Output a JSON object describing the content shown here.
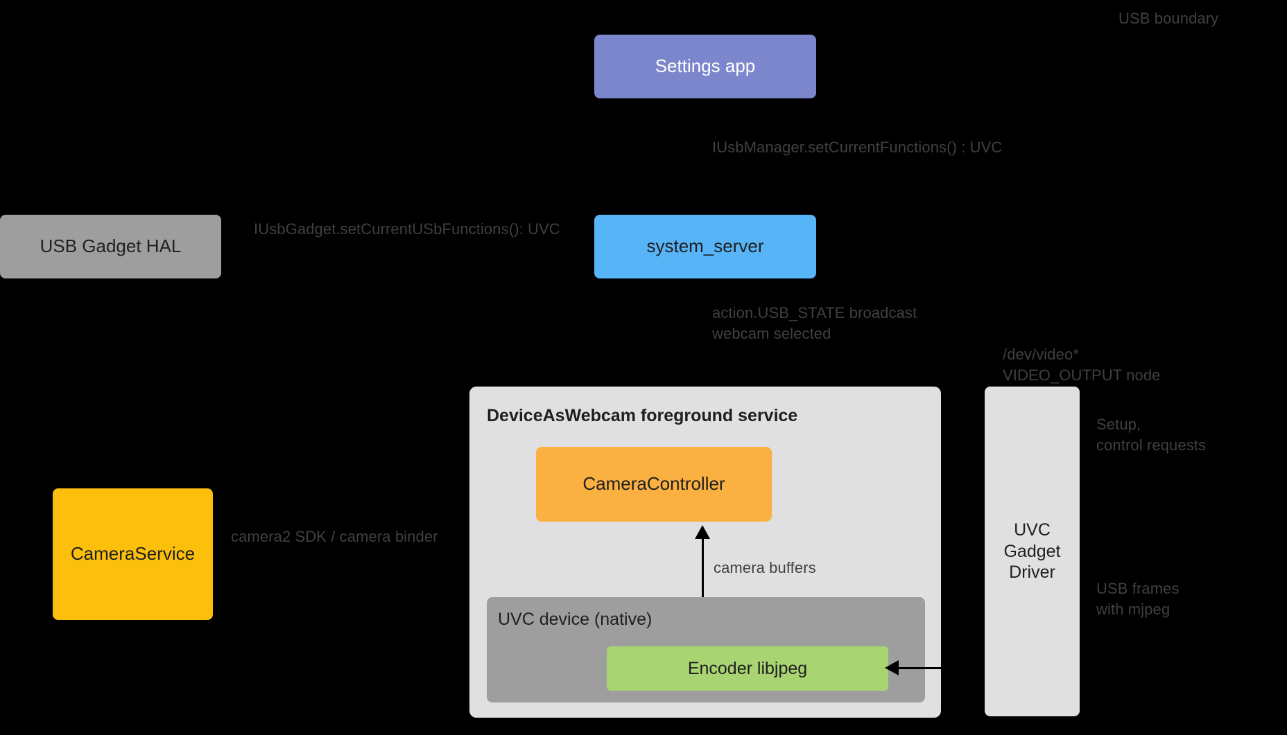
{
  "diagram": {
    "title": "DeviceAsWebcam architecture",
    "background": "#000000",
    "nodes": {
      "settings_app": {
        "label": "Settings app",
        "color": "#7b86cc",
        "text_color": "#ffffff"
      },
      "usb_gadget_hal": {
        "label": "USB Gadget HAL",
        "color": "#9e9e9e",
        "text_color": "#212121"
      },
      "system_server": {
        "label": "system_server",
        "color": "#57b4f7",
        "text_color": "#1f1f1f"
      },
      "daw_service": {
        "label": "DeviceAsWebcam foreground service",
        "color": "#e0e0e0",
        "text_color": "#1f1f1f"
      },
      "camera_controller": {
        "label": "CameraController",
        "color": "#fbb042",
        "text_color": "#1f1f1f"
      },
      "uvc_device": {
        "label": "UVC device (native)",
        "color": "#9e9e9e",
        "text_color": "#1f1f1f"
      },
      "encoder_libjpeg": {
        "label": "Encoder libjpeg",
        "color": "#a8d472",
        "text_color": "#1f1f1f"
      },
      "camera_service": {
        "label": "CameraService",
        "color": "#fcc00c",
        "text_color": "#1f1f1f"
      },
      "uvc_gadget_driver": {
        "label": "UVC\nGadget\nDriver",
        "color": "#e0e0e0",
        "text_color": "#1f1f1f"
      }
    },
    "annotations": {
      "usb_boundary": "USB boundary",
      "iusbmanager": "IUsbManager.setCurrentFunctions() : UVC",
      "iusbgadget": "IUsbGadget.setCurrentUSbFunctions(): UVC",
      "usb_state_broadcast": "action.USB_STATE broadcast\nwebcam selected",
      "dev_video_node": "/dev/video*\nVIDEO_OUTPUT node",
      "setup_control_requests": "Setup,\ncontrol requests",
      "usb_frames_mjpeg": "USB frames\nwith mjpeg",
      "camera2_binder": "camera2 SDK / camera binder",
      "camera_buffers": "camera buffers",
      "note_color": "#404040"
    }
  }
}
